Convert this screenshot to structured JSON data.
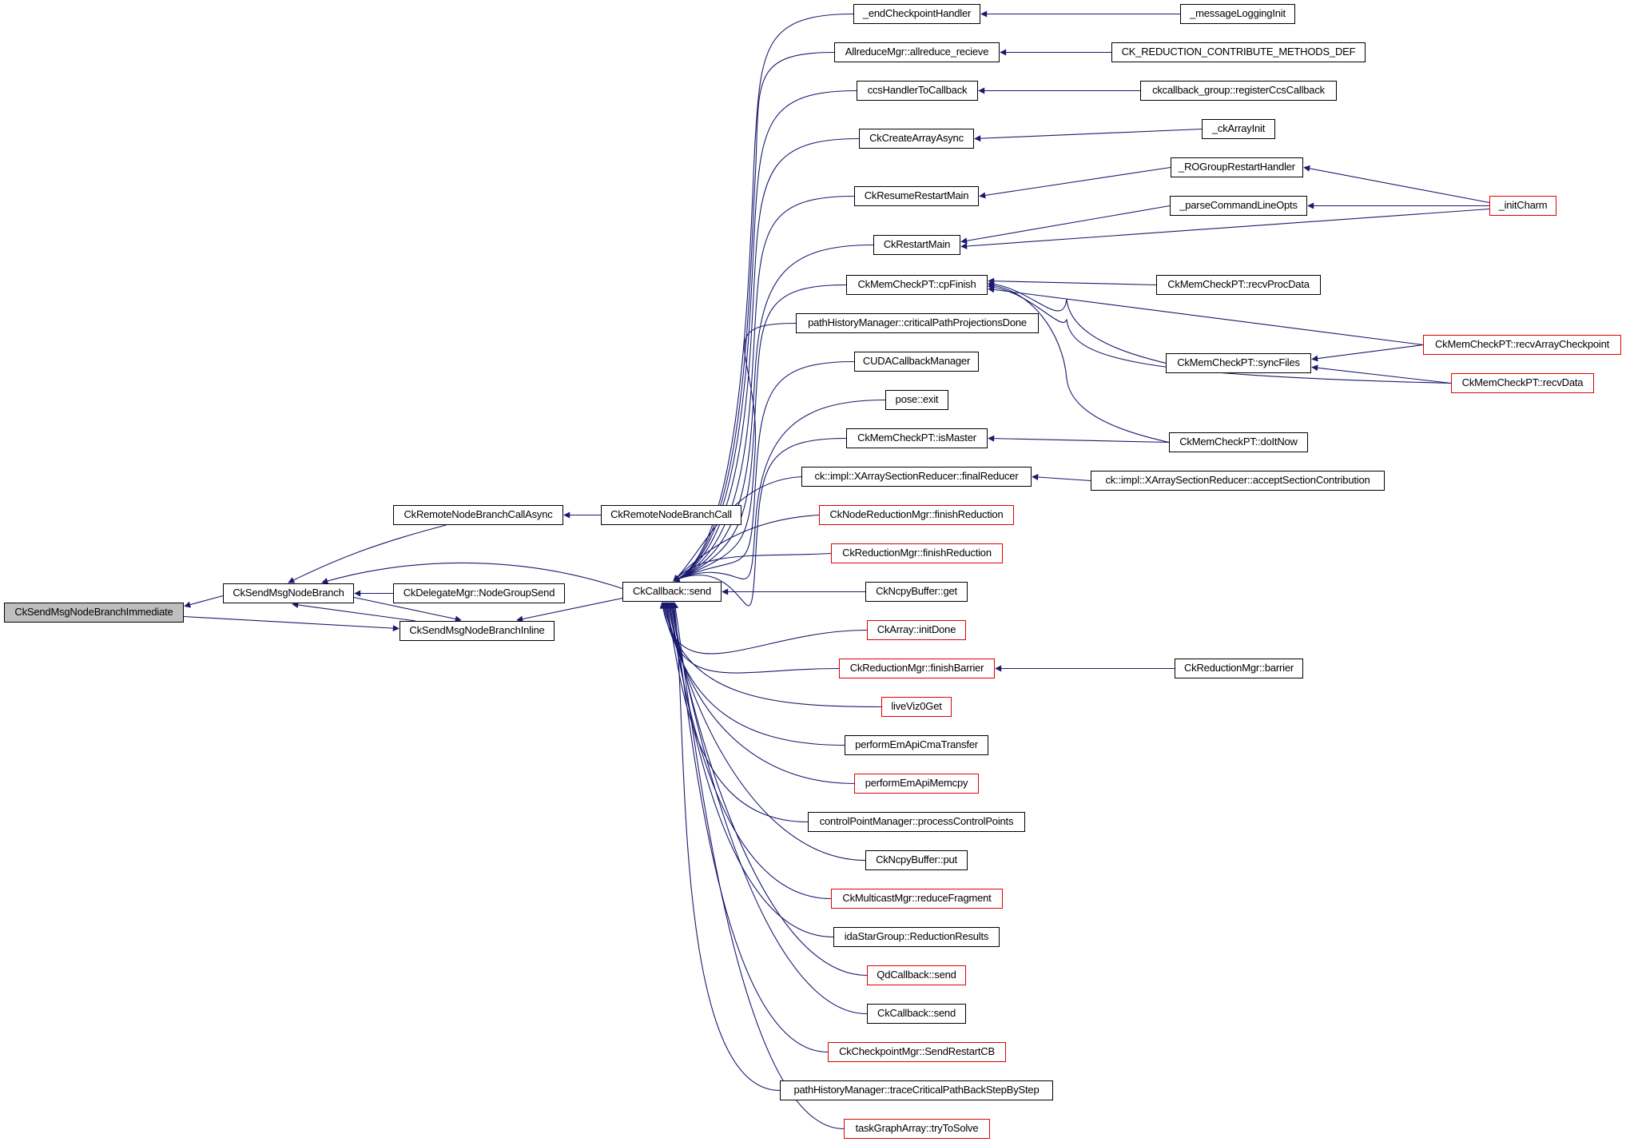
{
  "diagram": {
    "type": "caller-graph",
    "root": "CkSendMsgNodeBranchImmediate",
    "colors": {
      "edge": "#191970",
      "node_border": "#000000",
      "truncated_border": "#e00000",
      "root_fill": "#bfbfbf"
    },
    "nodes": [
      {
        "id": "immediate",
        "label": "CkSendMsgNodeBranchImmediate",
        "style": "root"
      },
      {
        "id": "nodeBranch",
        "label": "CkSendMsgNodeBranch",
        "style": "normal"
      },
      {
        "id": "remoteAsync",
        "label": "CkRemoteNodeBranchCallAsync",
        "style": "normal"
      },
      {
        "id": "remoteCall",
        "label": "CkRemoteNodeBranchCall",
        "style": "normal"
      },
      {
        "id": "delegate",
        "label": "CkDelegateMgr::NodeGroupSend",
        "style": "normal"
      },
      {
        "id": "inline",
        "label": "CkSendMsgNodeBranchInline",
        "style": "normal"
      },
      {
        "id": "cbSend",
        "label": "CkCallback::send",
        "style": "normal"
      },
      {
        "id": "endCkpt",
        "label": "_endCheckpointHandler",
        "style": "normal"
      },
      {
        "id": "allreduce",
        "label": "AllreduceMgr::allreduce_recieve",
        "style": "normal"
      },
      {
        "id": "ccsHandler",
        "label": "ccsHandlerToCallback",
        "style": "normal"
      },
      {
        "id": "createArr",
        "label": "CkCreateArrayAsync",
        "style": "normal"
      },
      {
        "id": "resumeRestart",
        "label": "CkResumeRestartMain",
        "style": "normal"
      },
      {
        "id": "restartMain",
        "label": "CkRestartMain",
        "style": "normal"
      },
      {
        "id": "cpFinish",
        "label": "CkMemCheckPT::cpFinish",
        "style": "normal"
      },
      {
        "id": "critProj",
        "label": "pathHistoryManager::criticalPathProjectionsDone",
        "style": "normal"
      },
      {
        "id": "cuda",
        "label": "CUDACallbackManager",
        "style": "normal"
      },
      {
        "id": "poseExit",
        "label": "pose::exit",
        "style": "normal"
      },
      {
        "id": "isMaster",
        "label": "CkMemCheckPT::isMaster",
        "style": "normal"
      },
      {
        "id": "finalReducer",
        "label": "ck::impl::XArraySectionReducer::finalReducer",
        "style": "normal"
      },
      {
        "id": "nodeRedFinish",
        "label": "CkNodeReductionMgr::finishReduction",
        "style": "truncated"
      },
      {
        "id": "redFinish",
        "label": "CkReductionMgr::finishReduction",
        "style": "truncated"
      },
      {
        "id": "ncpyGet",
        "label": "CkNcpyBuffer::get",
        "style": "normal"
      },
      {
        "id": "initDone",
        "label": "CkArray::initDone",
        "style": "truncated"
      },
      {
        "id": "finishBarrier",
        "label": "CkReductionMgr::finishBarrier",
        "style": "truncated"
      },
      {
        "id": "liveViz",
        "label": "liveViz0Get",
        "style": "truncated"
      },
      {
        "id": "cmaTransfer",
        "label": "performEmApiCmaTransfer",
        "style": "normal"
      },
      {
        "id": "memcpy",
        "label": "performEmApiMemcpy",
        "style": "truncated"
      },
      {
        "id": "controlPts",
        "label": "controlPointManager::processControlPoints",
        "style": "normal"
      },
      {
        "id": "ncpyPut",
        "label": "CkNcpyBuffer::put",
        "style": "normal"
      },
      {
        "id": "reduceFrag",
        "label": "CkMulticastMgr::reduceFragment",
        "style": "truncated"
      },
      {
        "id": "idaStar",
        "label": "idaStarGroup::ReductionResults",
        "style": "normal"
      },
      {
        "id": "qdSend",
        "label": "QdCallback::send",
        "style": "truncated"
      },
      {
        "id": "cbSend2",
        "label": "CkCallback::send",
        "style": "normal"
      },
      {
        "id": "sendRestartCB",
        "label": "CkCheckpointMgr::SendRestartCB",
        "style": "truncated"
      },
      {
        "id": "traceCrit",
        "label": "pathHistoryManager::traceCriticalPathBackStepByStep",
        "style": "normal"
      },
      {
        "id": "tryToSolve",
        "label": "taskGraphArray::tryToSolve",
        "style": "truncated"
      },
      {
        "id": "msgLogInit",
        "label": "_messageLoggingInit",
        "style": "normal"
      },
      {
        "id": "ckRedDef",
        "label": "CK_REDUCTION_CONTRIBUTE_METHODS_DEF",
        "style": "normal"
      },
      {
        "id": "regCcs",
        "label": "ckcallback_group::registerCcsCallback",
        "style": "normal"
      },
      {
        "id": "ckArrayInit",
        "label": "_ckArrayInit",
        "style": "normal"
      },
      {
        "id": "roGroup",
        "label": "_ROGroupRestartHandler",
        "style": "normal"
      },
      {
        "id": "parseCmd",
        "label": "_parseCommandLineOpts",
        "style": "normal"
      },
      {
        "id": "recvProc",
        "label": "CkMemCheckPT::recvProcData",
        "style": "normal"
      },
      {
        "id": "syncFiles",
        "label": "CkMemCheckPT::syncFiles",
        "style": "normal"
      },
      {
        "id": "doItNow",
        "label": "CkMemCheckPT::doItNow",
        "style": "normal"
      },
      {
        "id": "acceptSec",
        "label": "ck::impl::XArraySectionReducer::acceptSectionContribution",
        "style": "normal"
      },
      {
        "id": "barrier",
        "label": "CkReductionMgr::barrier",
        "style": "normal"
      },
      {
        "id": "initCharm",
        "label": "_initCharm",
        "style": "truncated"
      },
      {
        "id": "recvArrCkpt",
        "label": "CkMemCheckPT::recvArrayCheckpoint",
        "style": "truncated"
      },
      {
        "id": "recvData",
        "label": "CkMemCheckPT::recvData",
        "style": "truncated"
      }
    ],
    "edges": [
      {
        "from": "nodeBranch",
        "to": "immediate"
      },
      {
        "from": "immediate",
        "to": "inline"
      },
      {
        "from": "remoteAsync",
        "to": "nodeBranch"
      },
      {
        "from": "remoteCall",
        "to": "remoteAsync"
      },
      {
        "from": "delegate",
        "to": "nodeBranch"
      },
      {
        "from": "inline",
        "to": "nodeBranch"
      },
      {
        "from": "nodeBranch",
        "to": "inline"
      },
      {
        "from": "cbSend",
        "to": "nodeBranch"
      },
      {
        "from": "cbSend",
        "to": "inline"
      },
      {
        "from": "endCkpt",
        "to": "cbSend"
      },
      {
        "from": "allreduce",
        "to": "cbSend"
      },
      {
        "from": "ccsHandler",
        "to": "cbSend"
      },
      {
        "from": "createArr",
        "to": "cbSend"
      },
      {
        "from": "resumeRestart",
        "to": "cbSend"
      },
      {
        "from": "restartMain",
        "to": "cbSend"
      },
      {
        "from": "cpFinish",
        "to": "cbSend"
      },
      {
        "from": "critProj",
        "to": "cbSend"
      },
      {
        "from": "cuda",
        "to": "cbSend"
      },
      {
        "from": "poseExit",
        "to": "cbSend"
      },
      {
        "from": "isMaster",
        "to": "cbSend"
      },
      {
        "from": "finalReducer",
        "to": "cbSend"
      },
      {
        "from": "nodeRedFinish",
        "to": "cbSend"
      },
      {
        "from": "redFinish",
        "to": "cbSend"
      },
      {
        "from": "ncpyGet",
        "to": "cbSend"
      },
      {
        "from": "initDone",
        "to": "cbSend"
      },
      {
        "from": "finishBarrier",
        "to": "cbSend"
      },
      {
        "from": "liveViz",
        "to": "cbSend"
      },
      {
        "from": "cmaTransfer",
        "to": "cbSend"
      },
      {
        "from": "memcpy",
        "to": "cbSend"
      },
      {
        "from": "controlPts",
        "to": "cbSend"
      },
      {
        "from": "ncpyPut",
        "to": "cbSend"
      },
      {
        "from": "reduceFrag",
        "to": "cbSend"
      },
      {
        "from": "idaStar",
        "to": "cbSend"
      },
      {
        "from": "qdSend",
        "to": "cbSend"
      },
      {
        "from": "cbSend2",
        "to": "cbSend"
      },
      {
        "from": "sendRestartCB",
        "to": "cbSend"
      },
      {
        "from": "traceCrit",
        "to": "cbSend"
      },
      {
        "from": "tryToSolve",
        "to": "cbSend"
      },
      {
        "from": "msgLogInit",
        "to": "endCkpt"
      },
      {
        "from": "ckRedDef",
        "to": "allreduce"
      },
      {
        "from": "regCcs",
        "to": "ccsHandler"
      },
      {
        "from": "ckArrayInit",
        "to": "createArr"
      },
      {
        "from": "roGroup",
        "to": "resumeRestart"
      },
      {
        "from": "parseCmd",
        "to": "restartMain"
      },
      {
        "from": "initCharm",
        "to": "restartMain"
      },
      {
        "from": "initCharm",
        "to": "roGroup"
      },
      {
        "from": "initCharm",
        "to": "parseCmd"
      },
      {
        "from": "recvProc",
        "to": "cpFinish"
      },
      {
        "from": "recvArrCkpt",
        "to": "cpFinish"
      },
      {
        "from": "syncFiles",
        "to": "cpFinish"
      },
      {
        "from": "recvData",
        "to": "cpFinish"
      },
      {
        "from": "doItNow",
        "to": "cpFinish"
      },
      {
        "from": "recvArrCkpt",
        "to": "syncFiles"
      },
      {
        "from": "recvData",
        "to": "syncFiles"
      },
      {
        "from": "doItNow",
        "to": "isMaster"
      },
      {
        "from": "acceptSec",
        "to": "finalReducer"
      },
      {
        "from": "barrier",
        "to": "finishBarrier"
      }
    ]
  }
}
